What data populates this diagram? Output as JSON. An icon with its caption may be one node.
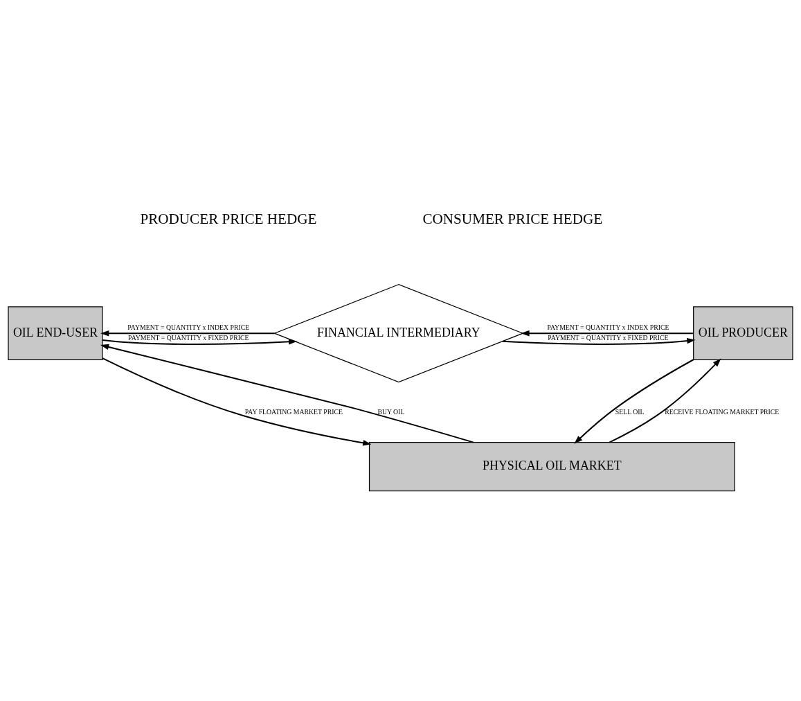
{
  "diagram": {
    "nodes": [
      {
        "text": [
          "OIL PRODUCER"
        ]
      },
      {
        "text": [
          "FINANCIAL INTERMEDIARY"
        ]
      },
      {
        "text": [
          "OIL END-USER"
        ]
      },
      {
        "text": [
          "PHYSICAL OIL MARKET"
        ]
      }
    ],
    "edges": [
      {
        "from": 0,
        "to": 1,
        "arrow": "to",
        "label": "PAYMENT = QUANTITY x INDEX PRICE"
      },
      {
        "from": 1,
        "to": 0,
        "arrow": "to",
        "label": "PAYMENT = QUANTITY x FIXED PRICE"
      },
      {
        "from": 1,
        "to": 2,
        "arrow": "to",
        "label": "PAYMENT = QUANTITY x INDEX PRICE"
      },
      {
        "from": 2,
        "to": 1,
        "arrow": "to",
        "label": "PAYMENT = QUANTITY x FIXED PRICE"
      },
      {
        "from": 3,
        "to": 0,
        "arrow": "to",
        "label": "RECEIVE FLOATING MARKET PRICE"
      },
      {
        "from": 0,
        "to": 3,
        "arrow": "to",
        "label": "SELL OIL"
      },
      {
        "from": 3,
        "to": 2,
        "arrow": "to",
        "label": "BUY OIL"
      },
      {
        "from": 2,
        "to": 3,
        "arrow": "to",
        "label": "PAY FLOATING MARKET PRICE"
      }
    ],
    "labels": [
      "PRODUCER PRICE HEDGE",
      "CONSUMER PRICE HEDGE"
    ]
  }
}
